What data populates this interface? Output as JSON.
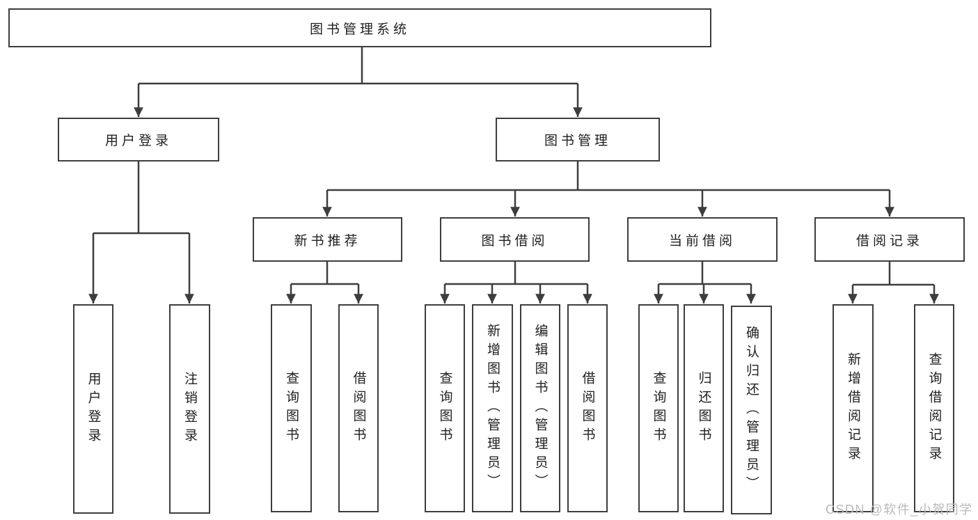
{
  "diagram_title": "图书管理系统",
  "watermark": "CSDN @软件_小贺同学",
  "colors": {
    "line": "#3d3d3d",
    "box_border": "#3d3d3d",
    "text": "#1f1f1f",
    "background": "#ffffff",
    "watermark": "#b9b9b9"
  },
  "tree": {
    "label": "图书管理系统",
    "children": [
      {
        "label": "用户登录",
        "children": [
          {
            "label": "用户登录"
          },
          {
            "label": "注销登录"
          }
        ]
      },
      {
        "label": "图书管理",
        "children": [
          {
            "label": "新书推荐",
            "children": [
              {
                "label": "查询图书"
              },
              {
                "label": "借阅图书"
              }
            ]
          },
          {
            "label": "图书借阅",
            "children": [
              {
                "label": "查询图书"
              },
              {
                "label": "新增图书（管理员）"
              },
              {
                "label": "编辑图书（管理员）"
              },
              {
                "label": "借阅图书"
              }
            ]
          },
          {
            "label": "当前借阅",
            "children": [
              {
                "label": "查询图书"
              },
              {
                "label": "归还图书"
              },
              {
                "label": "确认归还（管理员）"
              }
            ]
          },
          {
            "label": "借阅记录",
            "children": [
              {
                "label": "新增借阅记录"
              },
              {
                "label": "查询借阅记录"
              }
            ]
          }
        ]
      }
    ]
  }
}
